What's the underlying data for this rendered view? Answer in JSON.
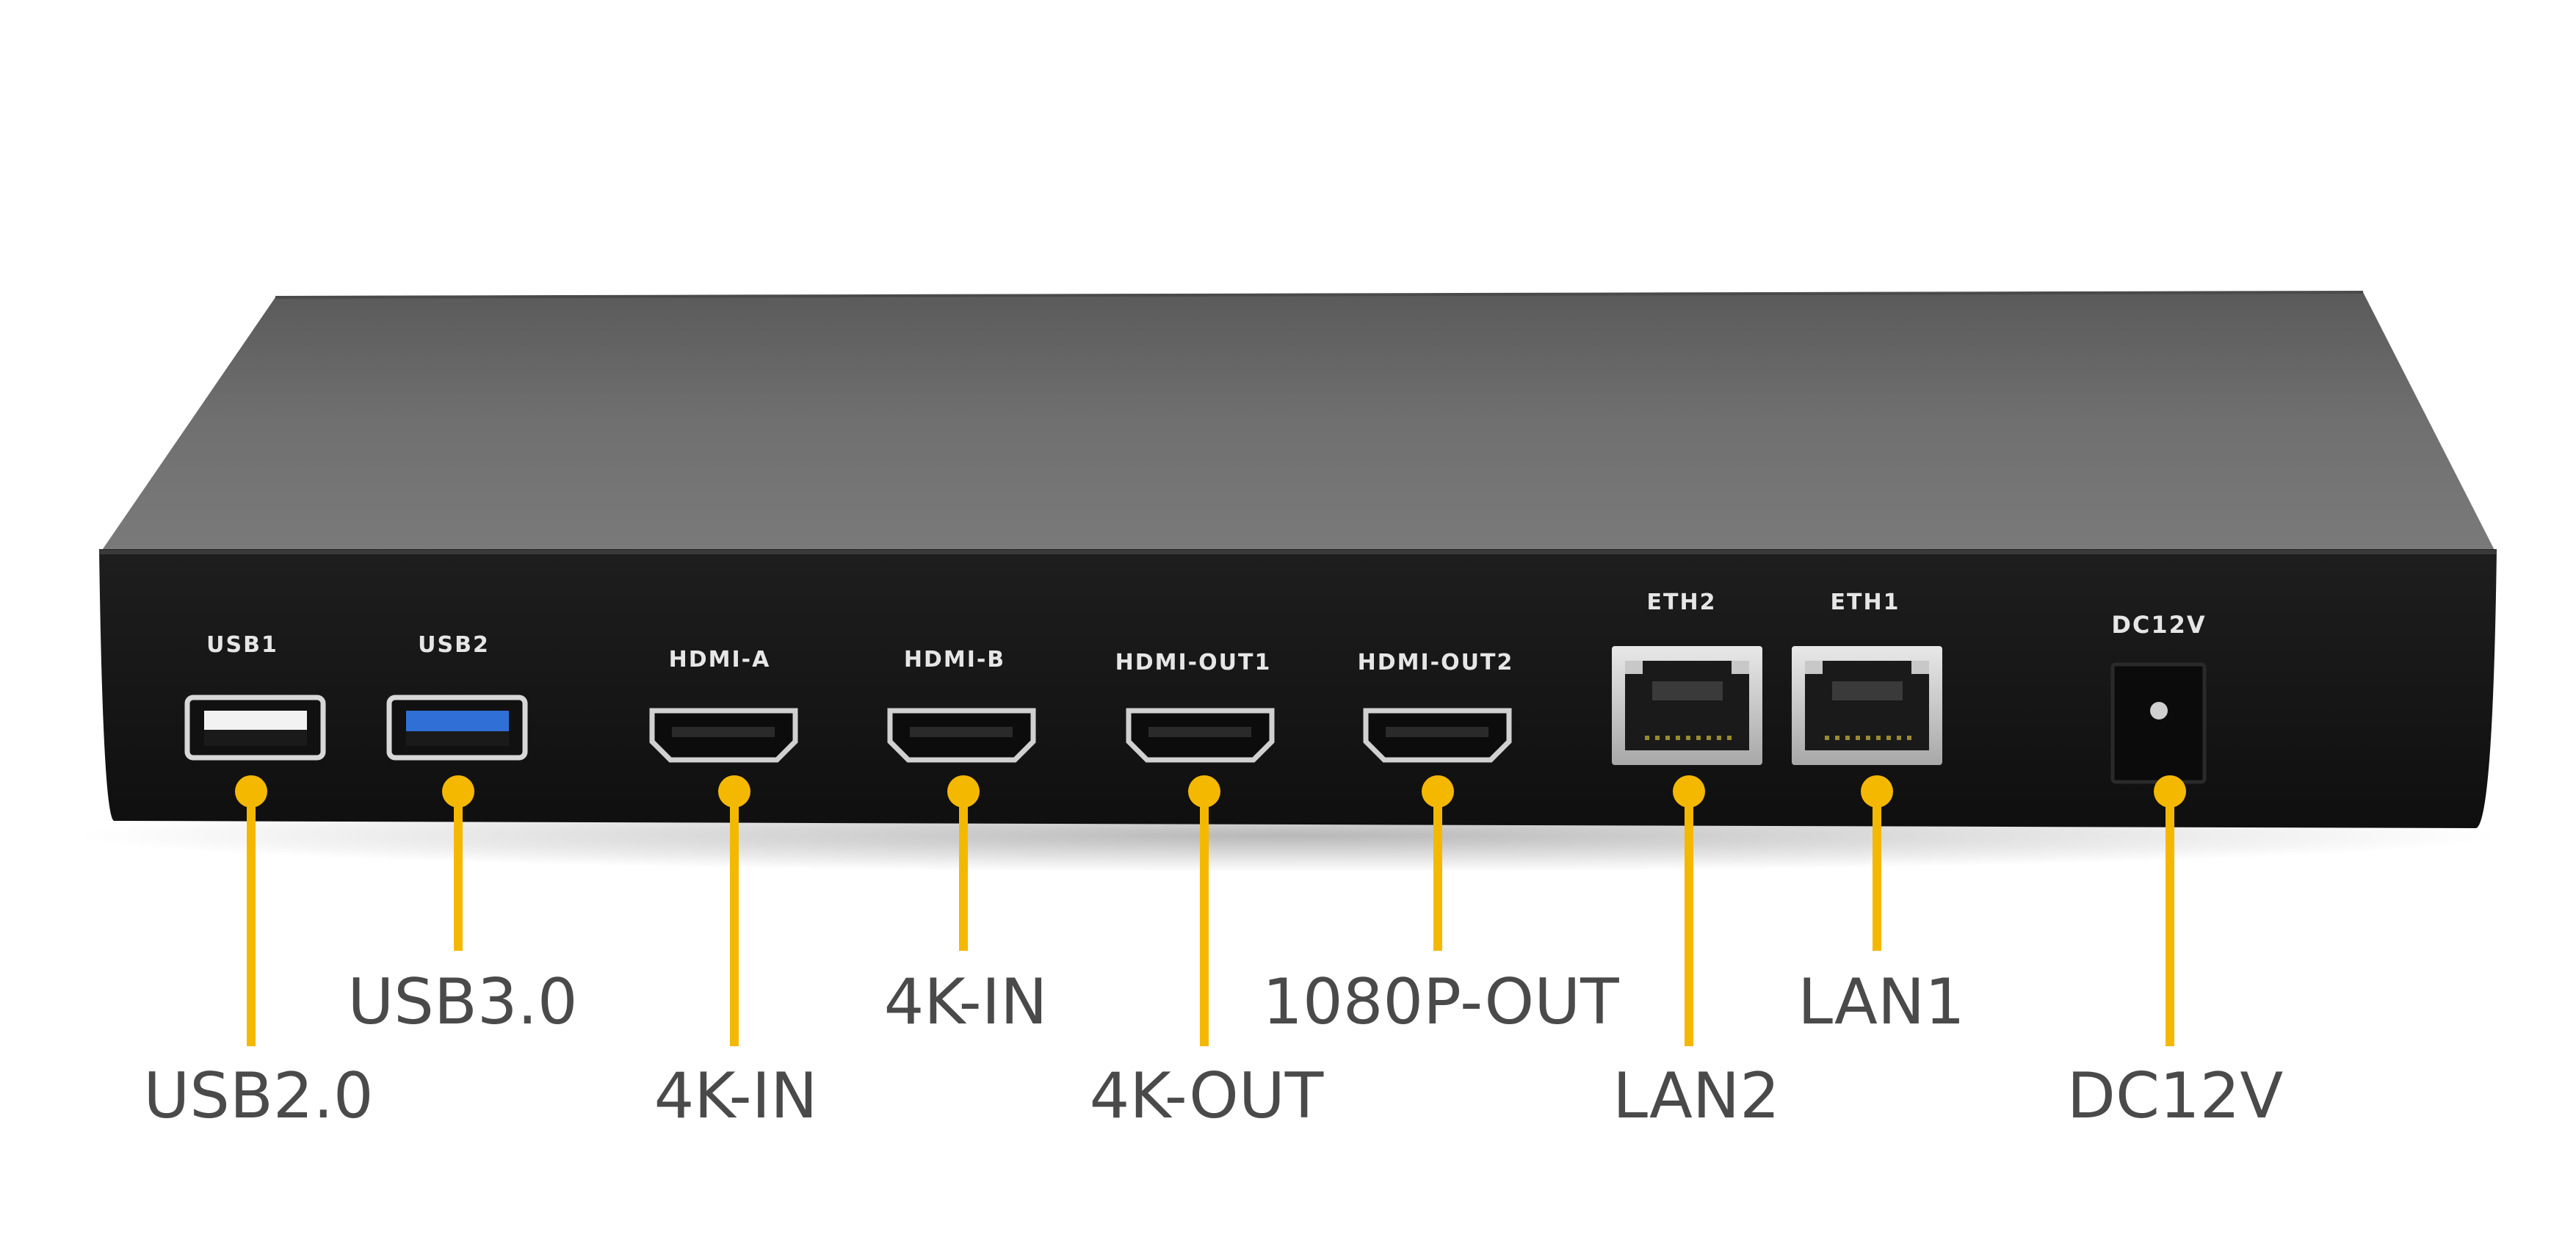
{
  "device": {
    "ports": [
      {
        "silk": "USB1",
        "callout": "USB2.0"
      },
      {
        "silk": "USB2",
        "callout": "USB3.0"
      },
      {
        "silk": "HDMI-A",
        "callout": "4K-IN"
      },
      {
        "silk": "HDMI-B",
        "callout": "4K-IN"
      },
      {
        "silk": "HDMI-OUT1",
        "callout": "4K-OUT"
      },
      {
        "silk": "HDMI-OUT2",
        "callout": "1080P-OUT"
      },
      {
        "silk": "ETH2",
        "callout": "LAN2"
      },
      {
        "silk": "ETH1",
        "callout": "LAN1"
      },
      {
        "silk": "DC12V",
        "callout": "DC12V"
      }
    ]
  },
  "colors": {
    "callout_line": "#f5b800",
    "callout_text": "#4a4a4a",
    "chassis_top": "#6b6b6b",
    "chassis_front": "#151515",
    "silk_text": "#e6e6e6",
    "usb3_tongue": "#2f6fd6"
  }
}
